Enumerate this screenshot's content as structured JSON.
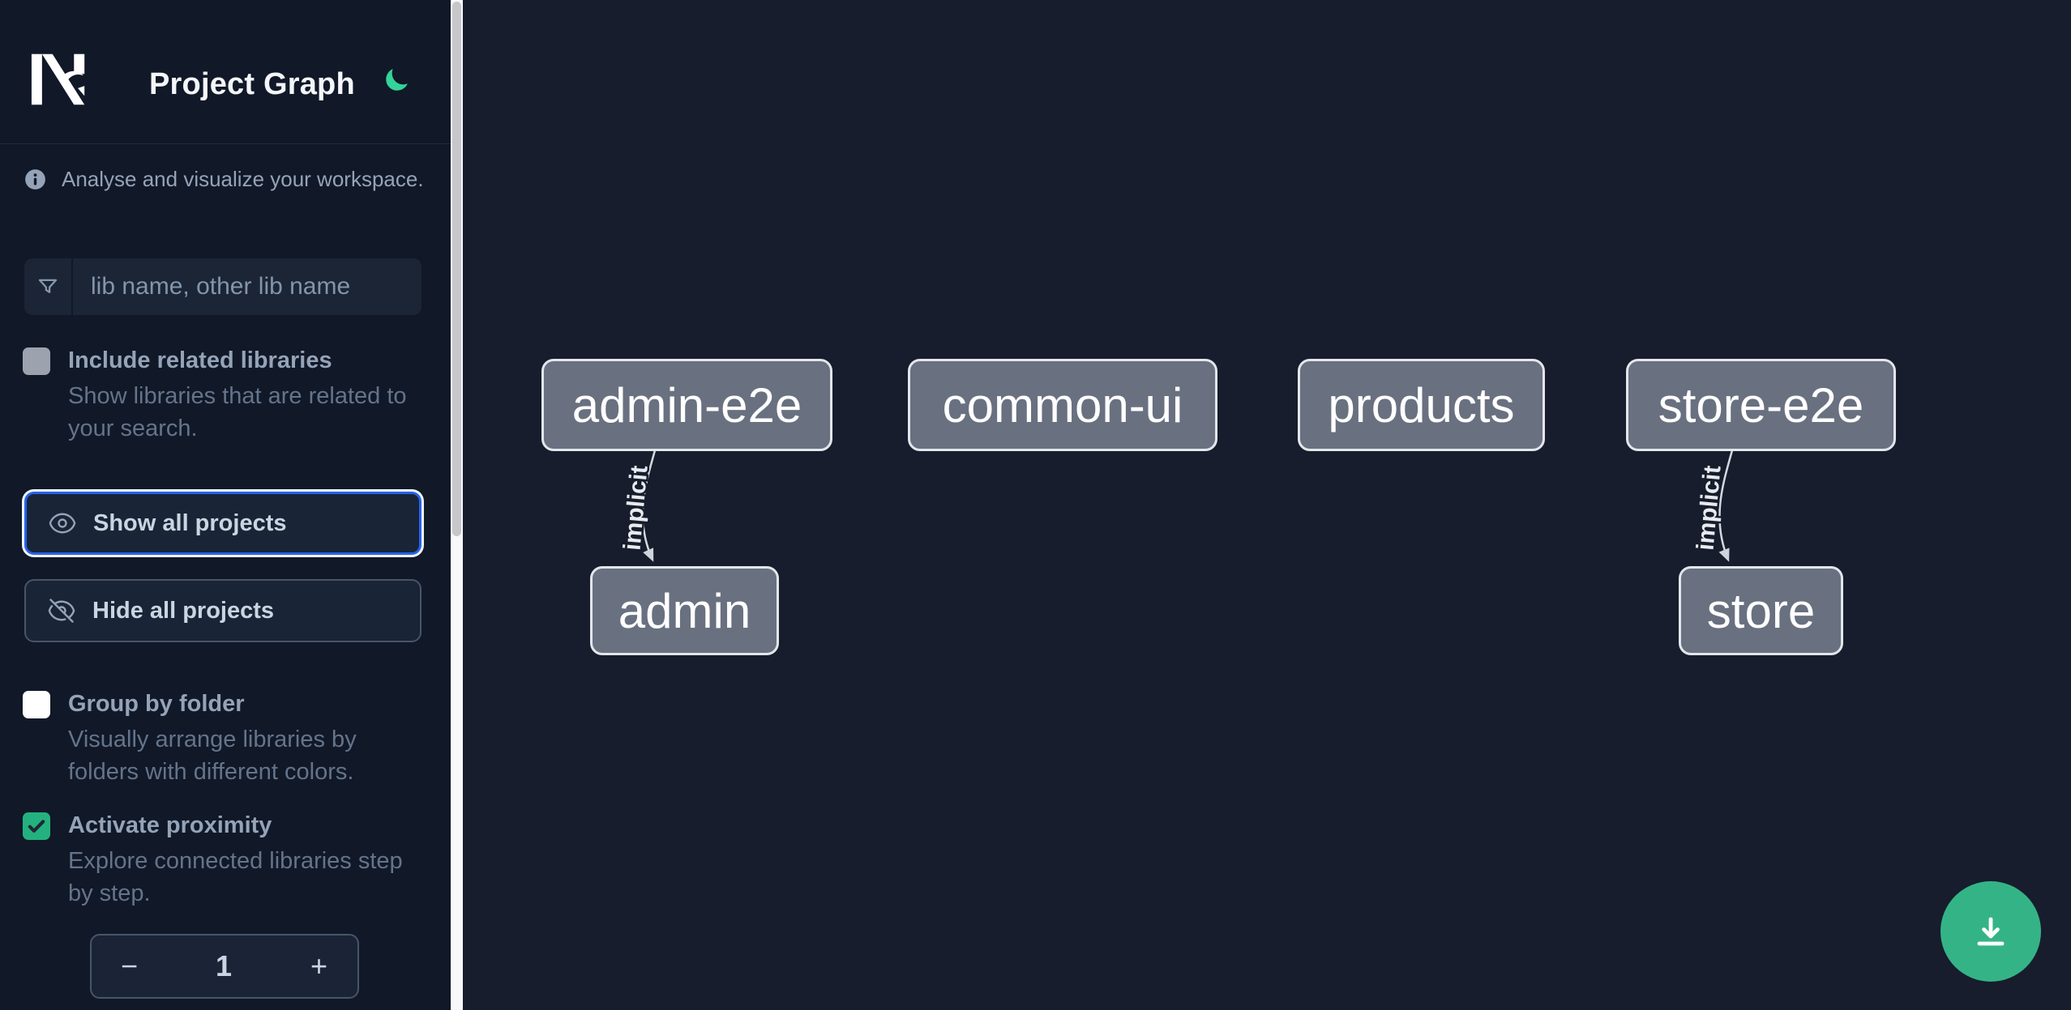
{
  "header": {
    "title": "Project Graph"
  },
  "sidebar": {
    "intro": "Analyse and visualize your workspace.",
    "filter": {
      "placeholder": "lib name, other lib name"
    },
    "include_related": {
      "label": "Include related libraries",
      "checked": false,
      "lines": [
        "Show libraries that are related to",
        "your search."
      ]
    },
    "show_all_label": "Show all projects",
    "hide_all_label": "Hide all projects",
    "group_by_folder": {
      "label": "Group by folder",
      "checked": false,
      "lines": [
        "Visually arrange libraries by",
        "folders with different colors."
      ]
    },
    "activate_proximity": {
      "label": "Activate proximity",
      "checked": true,
      "lines": [
        "Explore connected libraries step",
        "by step."
      ]
    },
    "proximity": {
      "decrement": "−",
      "value": "1",
      "increment": "+"
    }
  },
  "graph": {
    "nodes": [
      {
        "label": "admin-e2e"
      },
      {
        "label": "common-ui"
      },
      {
        "label": "products"
      },
      {
        "label": "store-e2e"
      },
      {
        "label": "admin"
      },
      {
        "label": "store"
      }
    ],
    "edges": [
      {
        "from": "admin-e2e",
        "to": "admin",
        "label": "implicit"
      },
      {
        "from": "store-e2e",
        "to": "store",
        "label": "implicit"
      }
    ]
  },
  "colors": {
    "accent_green_fab": "#34b486",
    "moon_icon": "#34d399",
    "focus_blue": "#2563eb",
    "checkbox_checked": "#23b27f",
    "node_fill": "#697080"
  }
}
